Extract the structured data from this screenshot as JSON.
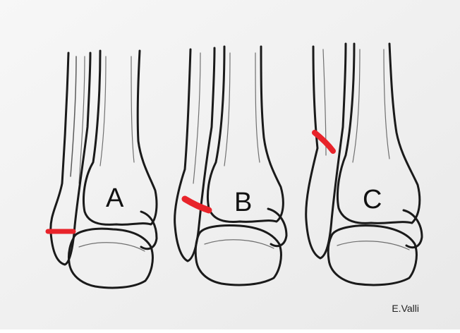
{
  "panels": [
    {
      "label": "A"
    },
    {
      "label": "B"
    },
    {
      "label": "C"
    }
  ],
  "signature": "E.Valli",
  "colors": {
    "background": "#f2f2f2",
    "ink": "#1a1a1a",
    "fracture_line": "#e8232a"
  }
}
